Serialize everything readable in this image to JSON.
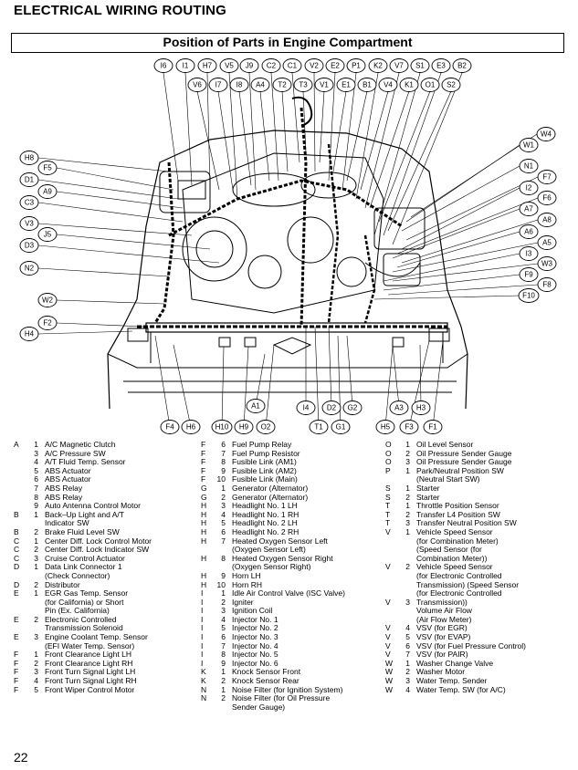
{
  "header": {
    "title": "ELECTRICAL WIRING ROUTING",
    "subtitle": "Position of Parts in Engine Compartment"
  },
  "callouts": {
    "top_row_1": [
      "I6",
      "I1",
      "H7",
      "V5",
      "J9",
      "C2",
      "C1",
      "V2",
      "E2",
      "P1",
      "K2",
      "V7",
      "S1",
      "E3",
      "B2"
    ],
    "top_row_2": [
      "V6",
      "I7",
      "I8",
      "A4",
      "T2",
      "T3",
      "V1",
      "E1",
      "B1",
      "V4",
      "K1",
      "O1",
      "S2"
    ],
    "left": [
      "H8",
      "F5",
      "D1",
      "A9",
      "C3",
      "V3",
      "J5",
      "D3",
      "N2",
      "W2",
      "F2",
      "H4"
    ],
    "right": [
      "W4",
      "W1",
      "N1",
      "F7",
      "I2",
      "F6",
      "A7",
      "A8",
      "A6",
      "A5",
      "I3",
      "W3",
      "F9",
      "F8",
      "F10"
    ],
    "bottom": [
      "A1",
      "I4",
      "D2",
      "G2",
      "A3",
      "H3",
      "F4",
      "H6",
      "H10",
      "H9",
      "O2",
      "T1",
      "G1",
      "H5",
      "F3",
      "F1"
    ]
  },
  "legend": {
    "col1": [
      [
        "A",
        "1",
        "A/C Magnetic Clutch"
      ],
      [
        "",
        "3",
        "A/C Pressure SW"
      ],
      [
        "",
        "4",
        "A/T Fluid Temp. Sensor"
      ],
      [
        "",
        "5",
        "ABS Actuator"
      ],
      [
        "",
        "6",
        "ABS Actuator"
      ],
      [
        "",
        "7",
        "ABS Relay"
      ],
      [
        "",
        "8",
        "ABS Relay"
      ],
      [
        "",
        "9",
        "Auto Antenna Control Motor"
      ],
      [
        "",
        "",
        ""
      ],
      [
        "B",
        "1",
        "Back–Up Light and A/T"
      ],
      [
        "",
        "",
        "Indicator SW"
      ],
      [
        "B",
        "2",
        "Brake Fluid Level SW"
      ],
      [
        "",
        "",
        ""
      ],
      [
        "C",
        "1",
        "Center Diff. Lock Control Motor"
      ],
      [
        "C",
        "2",
        "Center Diff. Lock Indicator SW"
      ],
      [
        "C",
        "3",
        "Cruise Control Actuator"
      ],
      [
        "",
        "",
        ""
      ],
      [
        "D",
        "1",
        "Data Link Connector 1"
      ],
      [
        "",
        "",
        "(Check Connector)"
      ],
      [
        "D",
        "2",
        "Distributor"
      ],
      [
        "",
        "",
        ""
      ],
      [
        "E",
        "1",
        "EGR Gas Temp. Sensor"
      ],
      [
        "",
        "",
        "(for California) or Short"
      ],
      [
        "",
        "",
        "Pin (Ex. California)"
      ],
      [
        "E",
        "2",
        "Electronic Controlled"
      ],
      [
        "",
        "",
        "Transmission Solenoid"
      ],
      [
        "E",
        "3",
        "Engine Coolant Temp. Sensor"
      ],
      [
        "",
        "",
        "(EFI Water Temp. Sensor)"
      ],
      [
        "",
        "",
        ""
      ],
      [
        "F",
        "1",
        "Front Clearance Light LH"
      ],
      [
        "F",
        "2",
        "Front Clearance Light RH"
      ],
      [
        "F",
        "3",
        "Front Turn Signal Light LH"
      ],
      [
        "F",
        "4",
        "Front Turn Signal Light RH"
      ],
      [
        "F",
        "5",
        "Front Wiper Control Motor"
      ]
    ],
    "col2": [
      [
        "F",
        "6",
        "Fuel Pump Relay"
      ],
      [
        "F",
        "7",
        "Fuel Pump Resistor"
      ],
      [
        "F",
        "8",
        "Fusible Link (AM1)"
      ],
      [
        "F",
        "9",
        "Fusible Link (AM2)"
      ],
      [
        "F",
        "10",
        "Fusible Link (Main)"
      ],
      [
        "",
        "",
        ""
      ],
      [
        "G",
        "1",
        "Generator (Alternator)"
      ],
      [
        "G",
        "2",
        "Generator (Alternator)"
      ],
      [
        "",
        "",
        ""
      ],
      [
        "H",
        "3",
        "Headlight No. 1 LH"
      ],
      [
        "H",
        "4",
        "Headlight No. 1 RH"
      ],
      [
        "H",
        "5",
        "Headlight No. 2 LH"
      ],
      [
        "H",
        "6",
        "Headlight No. 2 RH"
      ],
      [
        "H",
        "7",
        "Heated Oxygen Sensor Left"
      ],
      [
        "",
        "",
        "(Oxygen Sensor Left)"
      ],
      [
        "H",
        "8",
        "Heated Oxygen Sensor Right"
      ],
      [
        "",
        "",
        "(Oxygen Sensor Right)"
      ],
      [
        "H",
        "9",
        "Horn LH"
      ],
      [
        "H",
        "10",
        "Horn RH"
      ],
      [
        "",
        "",
        ""
      ],
      [
        "I",
        "1",
        "Idle Air Control Valve (ISC Valve)"
      ],
      [
        "I",
        "2",
        "Igniter"
      ],
      [
        "I",
        "3",
        "Ignition Coil"
      ],
      [
        "I",
        "4",
        "Injector No. 1"
      ],
      [
        "I",
        "5",
        "Injector No. 2"
      ],
      [
        "I",
        "6",
        "Injector No. 3"
      ],
      [
        "I",
        "7",
        "Injector No. 4"
      ],
      [
        "I",
        "8",
        "Injector No. 5"
      ],
      [
        "I",
        "9",
        "Injector No. 6"
      ],
      [
        "",
        "",
        ""
      ],
      [
        "K",
        "1",
        "Knock Sensor Front"
      ],
      [
        "K",
        "2",
        "Knock Sensor Rear"
      ],
      [
        "",
        "",
        ""
      ],
      [
        "N",
        "1",
        "Noise Filter (for Ignition System)"
      ],
      [
        "N",
        "2",
        "Noise Filter (for Oil Pressure"
      ],
      [
        "",
        "",
        "Sender Gauge)"
      ]
    ],
    "col3": [
      [
        "O",
        "1",
        "Oil Level Sensor"
      ],
      [
        "O",
        "2",
        "Oil Pressure Sender Gauge"
      ],
      [
        "O",
        "3",
        "Oil Pressure Sender Gauge"
      ],
      [
        "",
        "",
        ""
      ],
      [
        "P",
        "1",
        "Park/Neutral Position SW"
      ],
      [
        "",
        "",
        "(Neutral Start SW)"
      ],
      [
        "",
        "",
        ""
      ],
      [
        "S",
        "1",
        "Starter"
      ],
      [
        "S",
        "2",
        "Starter"
      ],
      [
        "",
        "",
        ""
      ],
      [
        "T",
        "1",
        "Throttle Position Sensor"
      ],
      [
        "T",
        "2",
        "Transfer L4 Position SW"
      ],
      [
        "T",
        "3",
        "Transfer Neutral Position SW"
      ],
      [
        "",
        "",
        ""
      ],
      [
        "V",
        "1",
        "Vehicle Speed Sensor"
      ],
      [
        "",
        "",
        "(for Combination Meter)"
      ],
      [
        "",
        "",
        "(Speed Sensor (for"
      ],
      [
        "",
        "",
        "Combination Meter))"
      ],
      [
        "V",
        "2",
        "Vehicle Speed Sensor"
      ],
      [
        "",
        "",
        "(for Electronic Controlled"
      ],
      [
        "",
        "",
        "Transmission) (Speed Sensor"
      ],
      [
        "",
        "",
        "(for Electronic Controlled"
      ],
      [
        "V",
        "3",
        "Transmission))"
      ],
      [
        "",
        "",
        "Volume Air Flow"
      ],
      [
        "",
        "",
        "(Air Flow Meter)"
      ],
      [
        "V",
        "4",
        "VSV (for EGR)"
      ],
      [
        "V",
        "5",
        "VSV (for EVAP)"
      ],
      [
        "V",
        "6",
        "VSV (for Fuel Pressure Control)"
      ],
      [
        "V",
        "7",
        "VSV (for PAIR)"
      ],
      [
        "",
        "",
        ""
      ],
      [
        "W",
        "1",
        "Washer Change Valve"
      ],
      [
        "W",
        "2",
        "Washer Motor"
      ],
      [
        "W",
        "3",
        "Water Temp. Sender"
      ],
      [
        "W",
        "4",
        "Water Temp. SW (for A/C)"
      ]
    ]
  },
  "footer": {
    "page_number": "22"
  },
  "colors": {
    "ink": "#000000",
    "paper": "#ffffff"
  }
}
